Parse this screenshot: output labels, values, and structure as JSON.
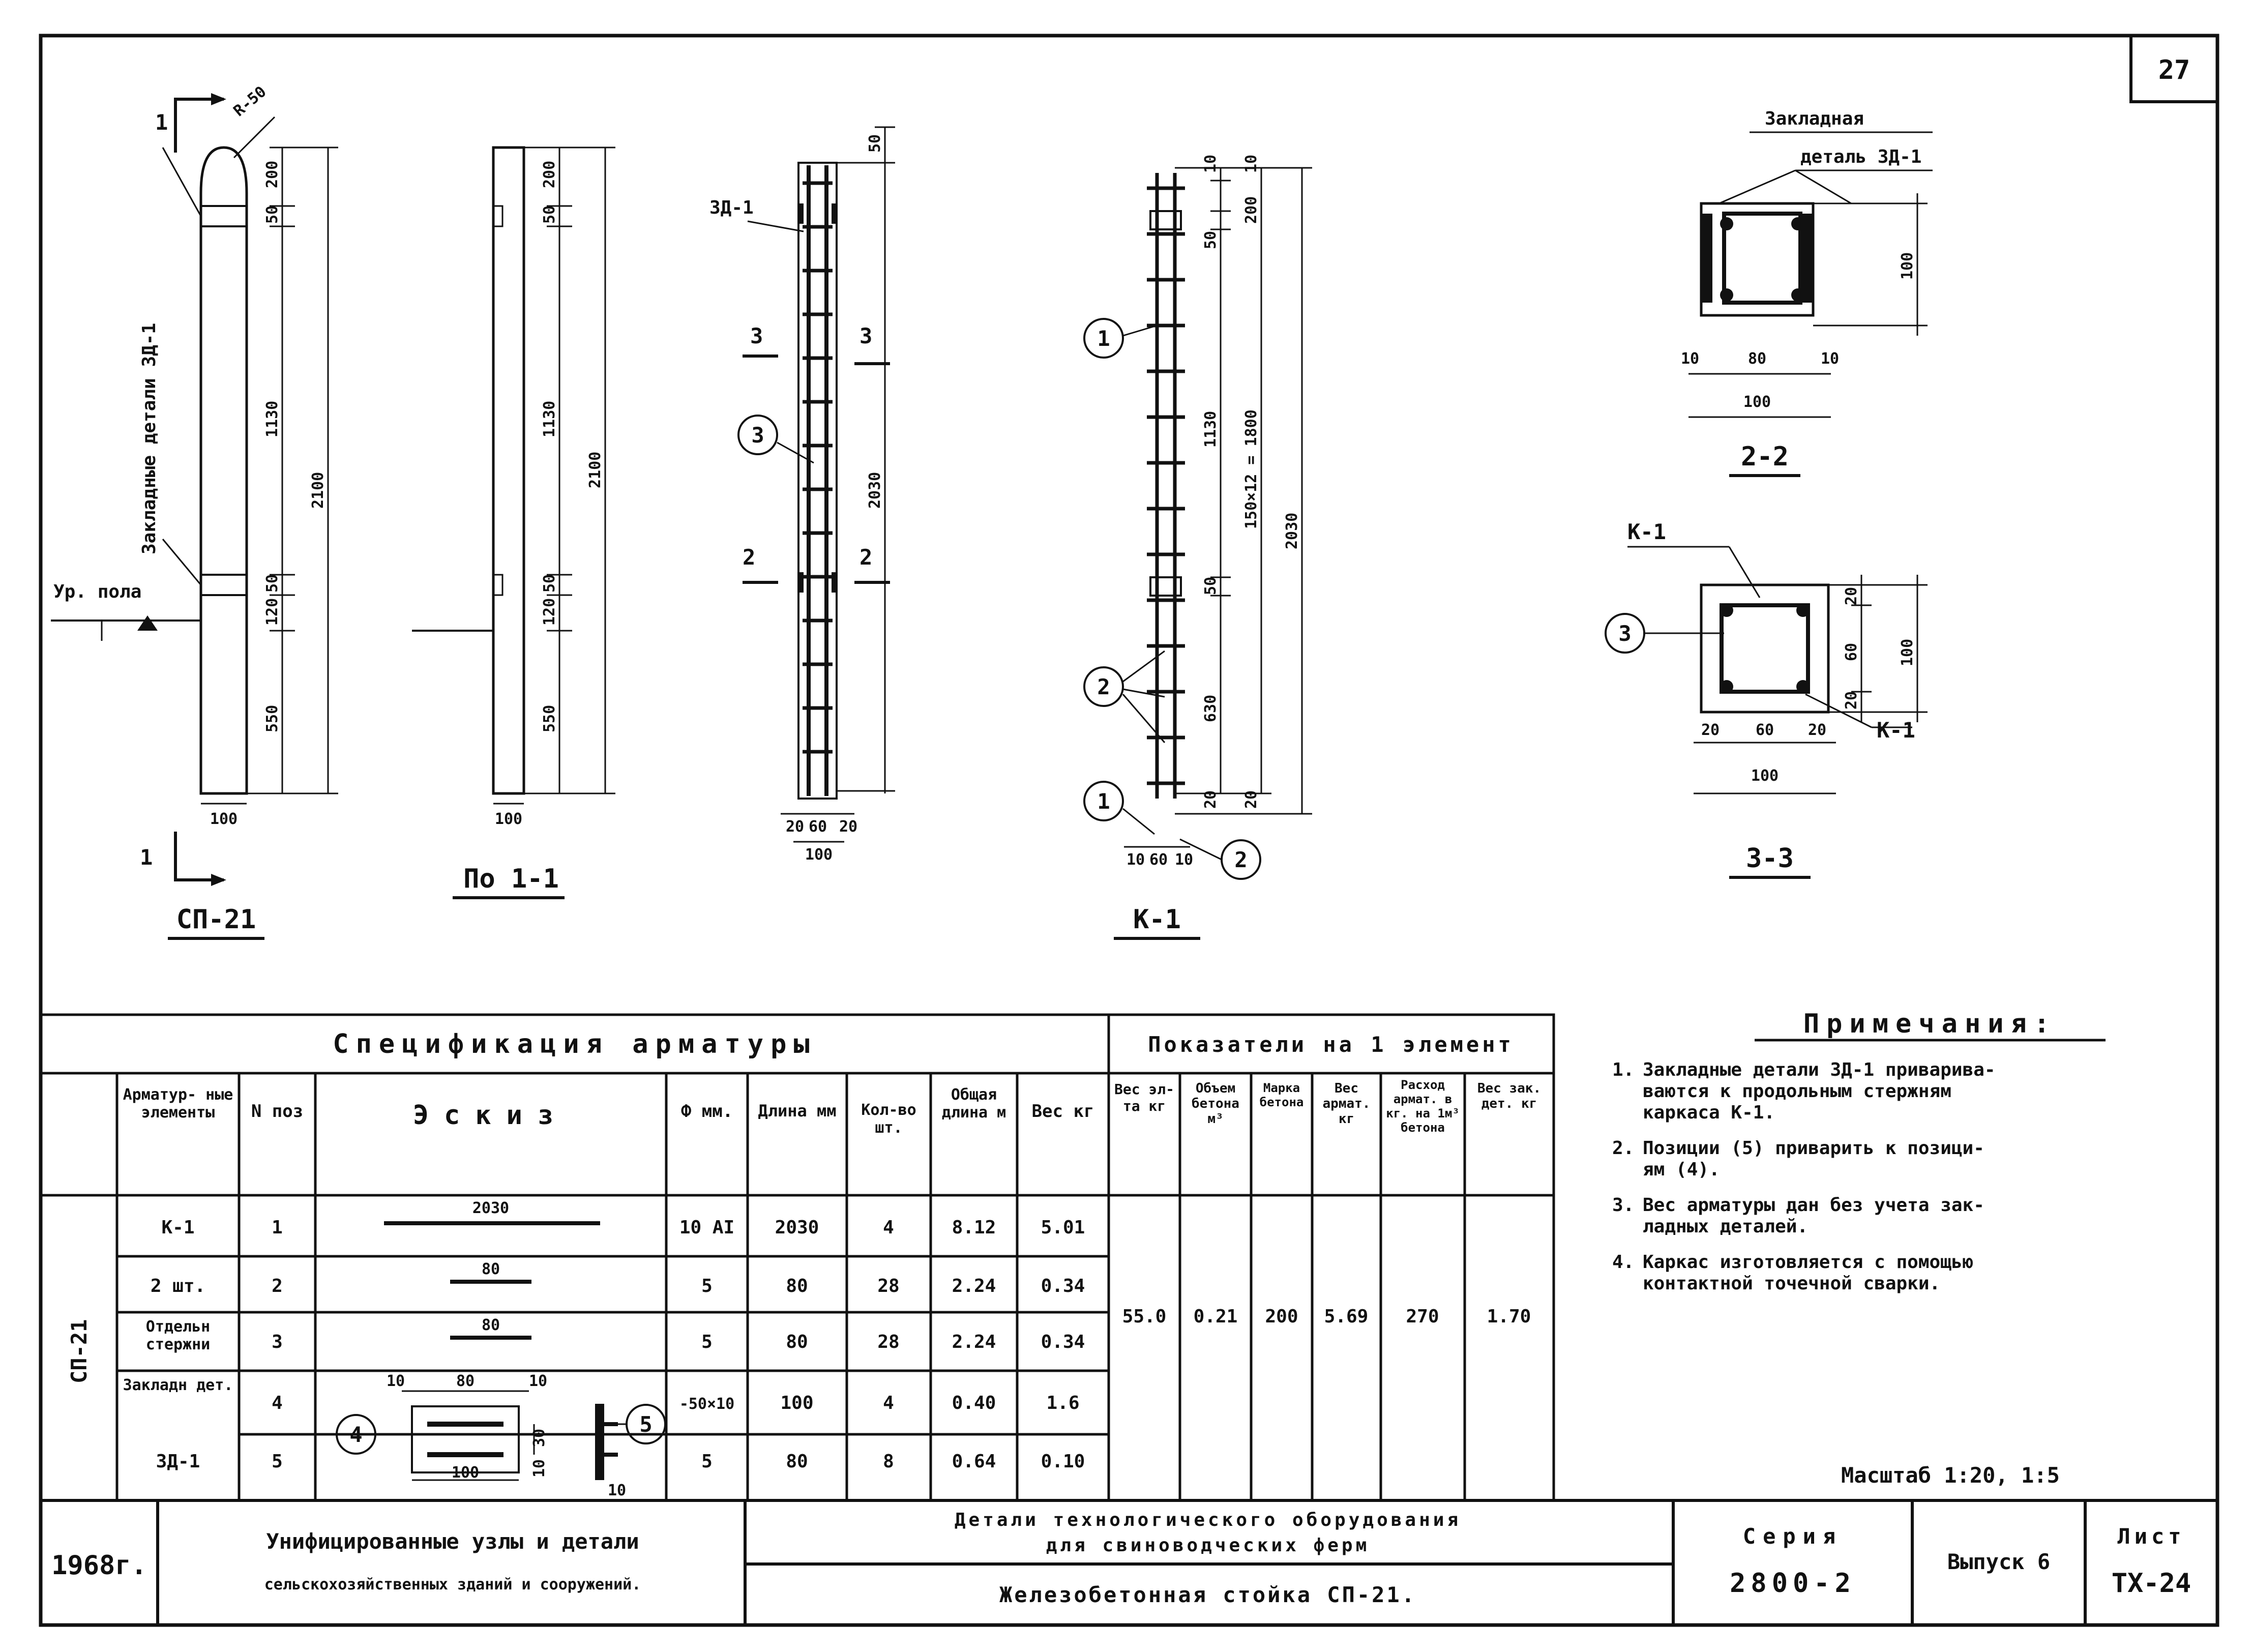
{
  "sheet": {
    "page_number": "27"
  },
  "views": {
    "sp21": {
      "title": "СП-21",
      "section_mark": "1",
      "embed_label": "Закладные детали ЗД-1",
      "floor_label": "Ур. пола",
      "radius": "R-50",
      "dims": {
        "d200": "200",
        "d50a": "50",
        "d1130": "1130",
        "d50b": "50",
        "d120": "120",
        "d550": "550",
        "total": "2100",
        "width": "100"
      }
    },
    "section11": {
      "title": "По 1-1",
      "dims": {
        "d200": "200",
        "d50a": "50",
        "d1130": "1130",
        "d50b": "50",
        "d120": "120",
        "d550": "550",
        "total": "2100",
        "width": "100"
      }
    },
    "rebar": {
      "embed_label": "ЗД-1",
      "cut3": "3",
      "cut2": "2",
      "callout": "3",
      "dims": {
        "top": "50",
        "mid": "2030",
        "b1": "20",
        "b2": "60",
        "b3": "20",
        "width": "100"
      }
    },
    "k1": {
      "title": "К-1",
      "callouts": [
        "1",
        "2",
        "1",
        "2"
      ],
      "dims": {
        "c10a": "10",
        "c10b": "10",
        "d200": "200",
        "d50a": "50",
        "d1130": "1130",
        "d50b": "50",
        "d630": "630",
        "spacing": "150×12 = 1800",
        "total": "2030",
        "b20a": "20",
        "b20b": "20",
        "w10a": "10",
        "w60": "60",
        "w10b": "10"
      }
    },
    "section22": {
      "title": "2-2",
      "label_line1": "Закладная",
      "label_line2": "деталь ЗД-1",
      "dims": {
        "h": "100",
        "l10": "10",
        "c80": "80",
        "r10": "10",
        "total": "100"
      }
    },
    "section33": {
      "title": "3-3",
      "label_k1": "К-1",
      "label_k1b": "К-1",
      "callout": "3",
      "dims": {
        "t20": "20",
        "m60": "60",
        "b20": "20",
        "h100": "100",
        "l20": "20",
        "c60": "60",
        "r20": "20",
        "total": "100"
      }
    }
  },
  "spec_table": {
    "title": "Спецификация арматуры",
    "indicators_title": "Показатели на 1 элемент",
    "group_label": "СП-21",
    "headers": {
      "elements": "Арматур- ные элементы",
      "pos": "N поз",
      "sketch": "Эскиз",
      "dia": "Ф мм.",
      "length": "Длина мм",
      "count": "Кол-во шт.",
      "total_len": "Общая длина м",
      "weight": "Вес кг",
      "el_weight": "Вес эл-та кг",
      "volume": "Объем бетона м³",
      "grade": "Марка бетона",
      "rebar_weight": "Вес армат. кг",
      "usage": "Расход армат. в кг. на 1м³ бетона",
      "embed_weight": "Вес зак. дет. кг"
    },
    "rows": [
      {
        "element": "К-1",
        "pos": "1",
        "sketch_label": "2030",
        "dia": "10 АI",
        "length": "2030",
        "count": "4",
        "total_len": "8.12",
        "weight": "5.01"
      },
      {
        "element": "2 шт.",
        "pos": "2",
        "sketch_label": "80",
        "dia": "5",
        "length": "80",
        "count": "28",
        "total_len": "2.24",
        "weight": "0.34"
      },
      {
        "element": "Отдельн стержни",
        "pos": "3",
        "sketch_label": "80",
        "dia": "5",
        "length": "80",
        "count": "28",
        "total_len": "2.24",
        "weight": "0.34"
      },
      {
        "element": "Закладн дет.",
        "pos": "4",
        "sketch_label": "",
        "dia": "-50×10",
        "length": "100",
        "count": "4",
        "total_len": "0.40",
        "weight": "1.6"
      },
      {
        "element": "ЗД-1",
        "pos": "5",
        "sketch_label": "",
        "dia": "5",
        "length": "80",
        "count": "8",
        "total_len": "0.64",
        "weight": "0.10"
      }
    ],
    "embed_sketch": {
      "d10a": "10",
      "d80": "80",
      "d10b": "10",
      "d30": "30",
      "d10c": "10",
      "d100": "100",
      "d10d": "10",
      "callout4": "4",
      "callout5": "5"
    },
    "indicators": {
      "el_weight": "55.0",
      "volume": "0.21",
      "grade": "200",
      "rebar_weight": "5.69",
      "usage": "270",
      "embed_weight": "1.70"
    }
  },
  "notes": {
    "title": "Примечания:",
    "items": [
      {
        "num": "1.",
        "lines": [
          "Закладные детали ЗД-1 приварива-",
          "ваются к продольным стержням",
          "каркаса К-1."
        ]
      },
      {
        "num": "2.",
        "lines": [
          "Позиции (5) приварить к позици-",
          "ям (4)."
        ]
      },
      {
        "num": "3.",
        "lines": [
          "Вес арматуры дан без учета зак-",
          "ладных деталей."
        ]
      },
      {
        "num": "4.",
        "lines": [
          "Каркас изготовляется с помощью",
          "контактной точечной сварки."
        ]
      }
    ],
    "scale": "Масштаб 1:20, 1:5"
  },
  "title_block": {
    "year": "1968г.",
    "series_title_line1": "Унифицированные узлы и детали",
    "series_title_line2": "сельскохозяйственных зданий и сооружений.",
    "subject_line1": "Детали технологического оборудования",
    "subject_line2": "для свиноводческих ферм",
    "drawing_name": "Железобетонная стойка СП-21.",
    "series_label": "Серия",
    "series_value": "2800-2",
    "issue": "Выпуск 6",
    "sheet_label": "Лист",
    "sheet_value": "ТХ-24"
  }
}
